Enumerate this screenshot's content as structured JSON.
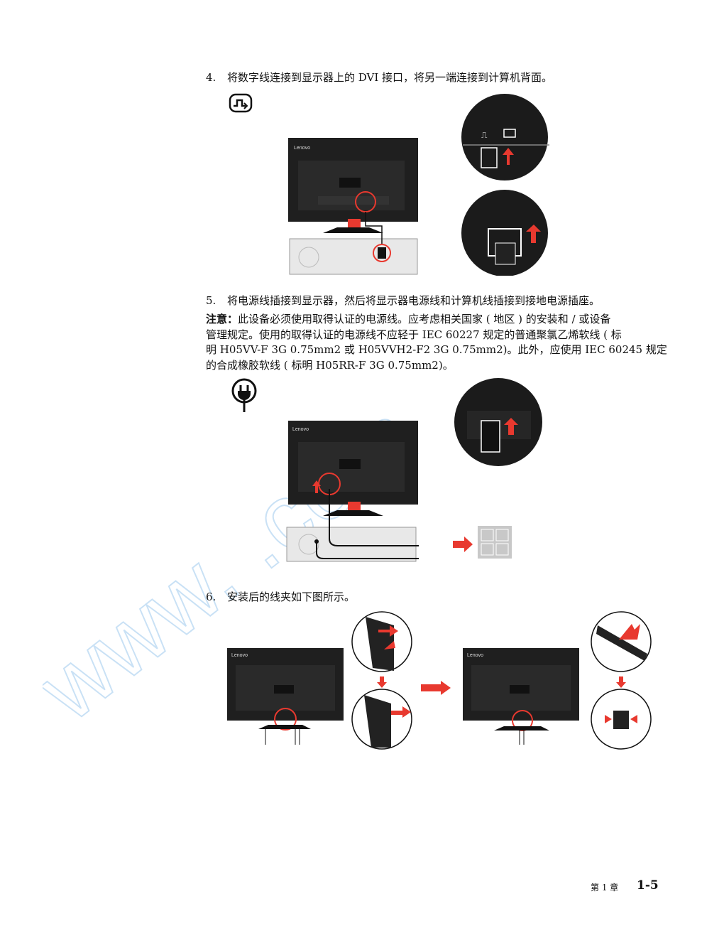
{
  "steps": {
    "s4": {
      "num": "4.",
      "text": "将数字线连接到显示器上的 DVI 接口，将另一端连接到计算机背面。"
    },
    "s5": {
      "num": "5.",
      "text": "将电源线插接到显示器，然后将显示器电源线和计算机线插接到接地电源插座。"
    },
    "s6": {
      "num": "6.",
      "text": "安装后的线夹如下图所示。"
    }
  },
  "note": {
    "label": "注意：",
    "line1": "此设备必须使用取得认证的电源线。应考虑相关国家 ( 地区 ) 的安装和 / 或设备",
    "line2": "管理规定。使用的取得认证的电源线不应轻于 IEC 60227 规定的普通聚氯乙烯软线 ( 标",
    "line3": "明 H05VV-F 3G 0.75mm2 或 H05VVH2-F2 3G 0.75mm2)。此外，应使用 IEC 60245 规定",
    "line4": "的合成橡胶软线 ( 标明 H05RR-F 3G 0.75mm2)。"
  },
  "monitor_brand": "Lenovo",
  "watermark": "www.   .com",
  "footer": {
    "chapter": "第 1 章",
    "page": "1-5"
  },
  "colors": {
    "accent_red": "#e8392f",
    "monitor": "#1d1d1d",
    "watermark": "#9ec9ee"
  },
  "icons": [
    "dvi-port-icon",
    "power-plug-icon",
    "right-arrow-icon",
    "up-arrow-icon",
    "down-arrow-icon"
  ]
}
